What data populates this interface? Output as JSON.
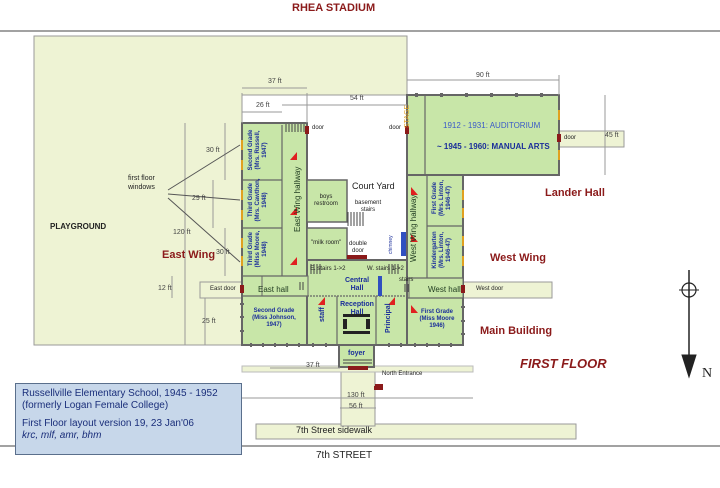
{
  "title_top": "RHEA STADIUM",
  "title_bottom": "7th STREET",
  "sidewalk": "7th Street sidewalk",
  "floor_label": "FIRST FLOOR",
  "north": "N",
  "legend": {
    "line1": "Russellville Elementary School, 1945 - 1952",
    "line2": "(formerly Logan Female College)",
    "line3": "First Floor layout version 19,  23 Jan'06",
    "line4": "krc, mlf, amr, bhm"
  },
  "areas": {
    "playground": "PLAYGROUND",
    "east_wing": "East Wing",
    "west_wing": "West Wing",
    "main_building": "Main Building",
    "lander_hall": "Lander Hall",
    "court_yard": "Court Yard",
    "stage": "STAGE",
    "auditorium": "1912 - 1931:  AUDITORIUM",
    "manual_arts": "~ 1945 - 1960:  MANUAL ARTS",
    "east_wing_hallway": "East Wing hallway",
    "west_wing_hallway": "West Wing hallway",
    "east_hall": "East hall",
    "west_hall": "West hall",
    "central_hall": "Central Hall",
    "reception_hall": "Reception Hall",
    "foyer": "foyer",
    "staff": "staff",
    "principal": "Principal",
    "boys_restroom": "boys restroom",
    "basement_stairs": "basement stairs",
    "milk_room": "\"milk room\"",
    "double_door": "double door",
    "chimney": "chimney",
    "east_stairs": "E. stairs 1->2",
    "west_stairs": "W. stairs 1->2",
    "stairs": "stairs",
    "first_floor_windows": "first floor windows",
    "north_entrance": "North Entrance"
  },
  "doors": {
    "door_ew": "door",
    "door_stage": "door",
    "door_lander": "door",
    "east_door": "East door",
    "west_door": "West door"
  },
  "classrooms": {
    "second_grade_russell": [
      "Second Grade",
      "(Mrs. Russell,",
      "1947)"
    ],
    "third_grade_cawthon": [
      "Third Grade",
      "(Mrs. Cawthon,",
      "1948)"
    ],
    "third_grade_moore": [
      "Third Grade",
      "(Miss Moore,",
      "1948)"
    ],
    "second_grade_johnson": [
      "Second Grade",
      "(Miss Johnson,",
      "1947)"
    ],
    "first_grade_linton": [
      "First Grade",
      "(Mrs. Linton,",
      "1946-47)"
    ],
    "kindergarten_linton": [
      "Kindergarten",
      "(Mrs. Linton,",
      "1946-47)"
    ],
    "first_grade_moore": [
      "First Grade",
      "(Miss Moore",
      "1946)"
    ]
  },
  "dimensions": {
    "d37_top": "37 ft",
    "d26": "26 ft",
    "d54": "54 ft",
    "d90": "90 ft",
    "d45": "45 ft",
    "d30a": "30 ft",
    "d29": "29 ft",
    "d120": "120 ft",
    "d30b": "30 ft",
    "d12": "12 ft",
    "d25": "25 ft",
    "d37_bot": "37 ft",
    "d130": "130 ft",
    "d56": "56 ft"
  },
  "colors": {
    "building_fill": "#c8e6a8",
    "playground_fill": "#eef3d4",
    "wall": "#6b6b6b",
    "window": "#e0a020",
    "label_blue": "#1a2e9a",
    "label_dark": "#1f3b1f",
    "accent_red": "#8b1a1a",
    "marker_red": "#e02020"
  }
}
